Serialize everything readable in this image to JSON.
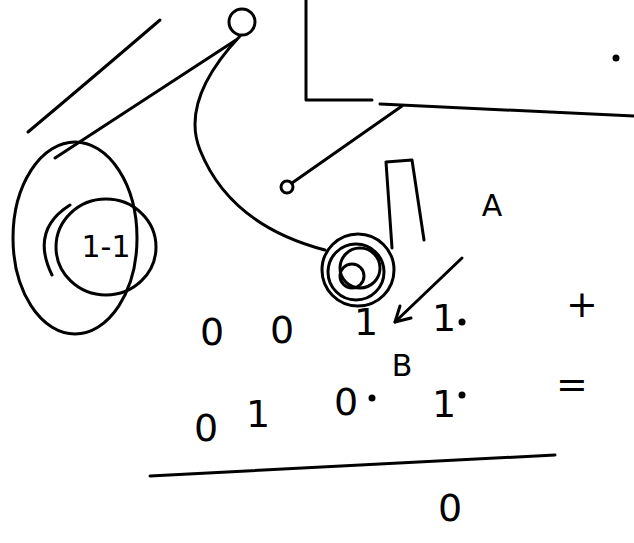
{
  "diagram": {
    "nodes": [
      {
        "text": [
          "1-1"
        ]
      }
    ],
    "labels": [
      "A",
      "0",
      "0",
      "1",
      "1",
      "+",
      "0",
      "1",
      "0",
      "B",
      "1",
      "=",
      "0"
    ]
  }
}
